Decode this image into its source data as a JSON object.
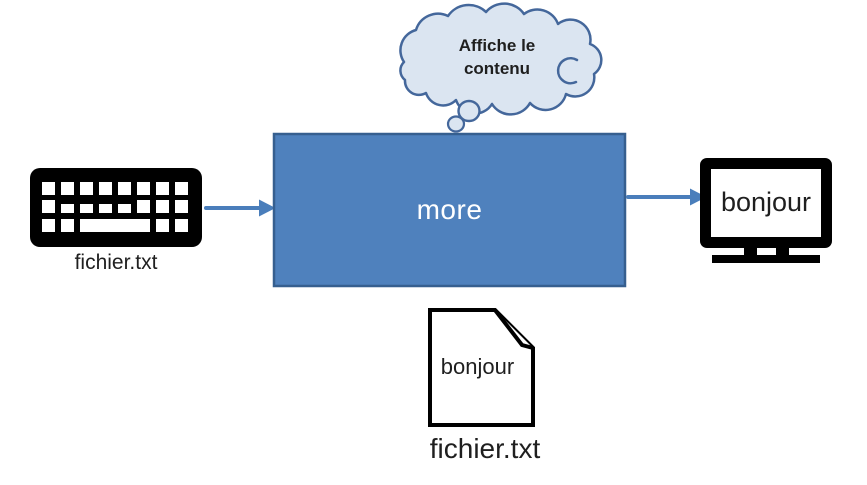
{
  "diagram": {
    "description": "Schema of the 'more' command reading a file and displaying its content",
    "colors": {
      "background": "#ffffff",
      "box_fill": "#4f81bd",
      "box_border": "#365f8f",
      "arrow": "#4a7ebb",
      "cloud_fill": "#dbe5f1",
      "cloud_border": "#44679b",
      "icon_black": "#000000",
      "icon_white": "#ffffff",
      "text": "#1f1f1f"
    },
    "nodes": {
      "input": {
        "label": "fichier.txt",
        "icon": "keyboard-icon",
        "glyph": "⌨"
      },
      "process": {
        "label": "more"
      },
      "thought": {
        "label": "Affiche le contenu",
        "icon": "thought-cloud-icon",
        "glyph": "☁"
      },
      "output": {
        "label": "bonjour",
        "icon": "monitor-icon",
        "glyph": "🖥"
      },
      "file": {
        "content": "bonjour",
        "label": "fichier.txt",
        "icon": "file-icon",
        "glyph": "📄"
      }
    },
    "arrows": [
      {
        "name": "input-arrow",
        "from": "keyboard",
        "to": "process-box",
        "glyph": "→"
      },
      {
        "name": "output-arrow",
        "from": "process-box",
        "to": "monitor",
        "glyph": "→"
      }
    ]
  }
}
